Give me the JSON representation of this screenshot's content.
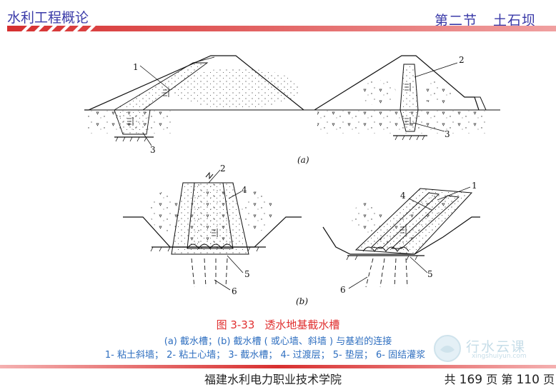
{
  "header": {
    "course_title": "水利工程概论",
    "section": "第二节",
    "topic": "土石坝"
  },
  "figure": {
    "labels": {
      "a_1": "1",
      "a_3_left": "3",
      "a_2": "2",
      "a_3_right": "3",
      "panel_a": "(a)",
      "b_2": "2",
      "b_4_left": "4",
      "b_5_left": "5",
      "b_6_left": "6",
      "b_4_right": "4",
      "b_1": "1",
      "b_5_right": "5",
      "b_6_right": "6",
      "panel_b": "(b)"
    }
  },
  "caption": {
    "fig_no": "图 3-33",
    "fig_title": "透水地基截水槽",
    "line1": "(a) 截水槽；(b) 截水槽 ( 或心墙、斜墙 ) 与基岩的连接",
    "line2": "1- 粘土斜墙； 2- 粘土心墙； 3- 截水槽； 4- 过渡层； 5- 垫层； 6- 固结灌浆"
  },
  "footer": {
    "school": "福建水利电力职业技术学院",
    "total_prefix": "共",
    "total_pages": "169",
    "page_unit": "页",
    "current_prefix": "第",
    "current_page": "110",
    "current_unit": "页"
  },
  "watermark": {
    "brand": "行水云课",
    "domain": "xingshuiyun.com"
  },
  "colors": {
    "header_text": "#3a3aa8",
    "accent_red": "#e03030",
    "caption_blue": "#2f6fc0"
  }
}
